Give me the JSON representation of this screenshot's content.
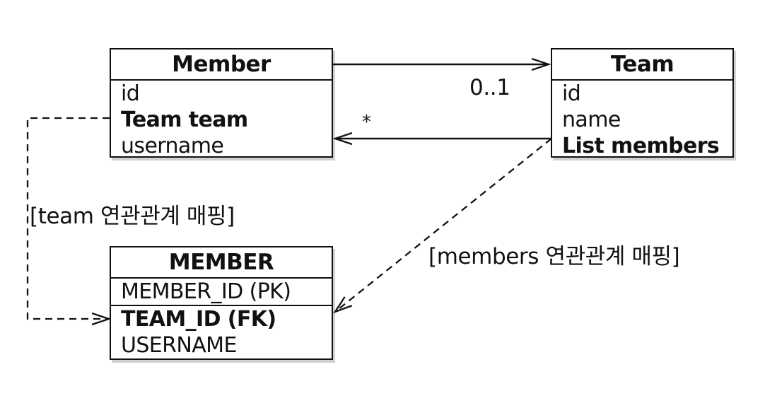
{
  "entities": {
    "member_class": {
      "title": "Member",
      "fields": [
        "id",
        "Team team",
        "username"
      ]
    },
    "team_class": {
      "title": "Team",
      "fields": [
        "id",
        "name",
        "List members"
      ]
    },
    "member_table": {
      "title": "MEMBER",
      "fields": [
        "MEMBER_ID (PK)",
        "TEAM_ID (FK)",
        "USERNAME"
      ]
    }
  },
  "relationships": {
    "member_to_team_multiplicity": "0..1",
    "team_to_member_multiplicity": "*",
    "team_mapping_label": "[team 연관관계 매핑]",
    "members_mapping_label": "[members 연관관계 매핑]"
  }
}
